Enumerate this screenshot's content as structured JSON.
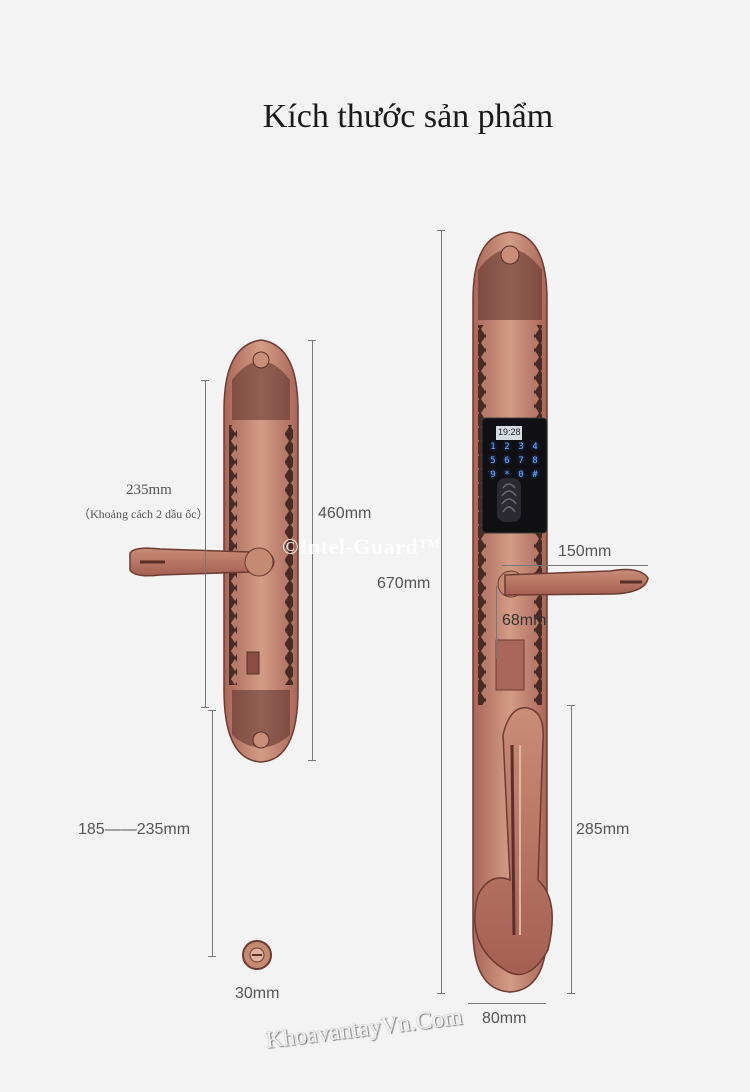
{
  "title": "Kích thước sản phẩm",
  "colors": {
    "copper": "#b97a68",
    "copper_dark": "#5a2f28",
    "background": "#f3f3f3"
  },
  "watermark": "©Intel-Guard™",
  "site_watermark": "KhoavantayVn.Com",
  "dimensions": {
    "screw_spacing": "235mm",
    "screw_spacing_note": "（Khoảng cách 2 dầu ốc）",
    "back_plate_height": "460mm",
    "door_thickness_range": "185——235mm",
    "cylinder_diameter": "30mm",
    "total_height": "670mm",
    "handle_length": "150mm",
    "handle_offset": "68mm",
    "pull_handle_height": "285mm",
    "front_width": "80mm"
  },
  "keypad": {
    "time": "19:28",
    "keys": [
      "1",
      "2",
      "3",
      "4",
      "5",
      "6",
      "7",
      "8",
      "9",
      "*",
      "0",
      "#"
    ]
  }
}
